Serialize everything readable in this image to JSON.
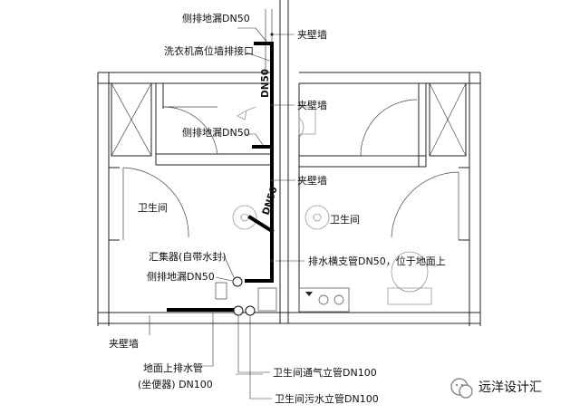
{
  "labels": {
    "side_drain_top": "侧排地漏DN50",
    "washer_outlet": "洗衣机高位墙排接口",
    "sandwich_wall_top": "夹壁墙",
    "sandwich_wall_mid": "夹壁墙",
    "side_drain_mid": "侧排地漏DN50",
    "sandwich_wall_low": "夹壁墙",
    "bathroom_left": "卫生间",
    "bathroom_right": "卫生间",
    "collector": "汇集器(自带水封)",
    "horizontal_branch": "排水横支管DN50，位于地面上",
    "side_drain_low": "侧排地漏DN50",
    "sandwich_wall_bottom": "夹壁墙",
    "floor_drain_pipe_line1": "地面上排水管",
    "floor_drain_pipe_line2": "(坐便器) DN100",
    "vent_riser": "卫生间通气立管DN100",
    "sewage_riser": "卫生间污水立管DN100",
    "pipe_dn_upper": "DN50",
    "pipe_dn_lower": "DN50",
    "watermark": "远洋设计汇"
  }
}
